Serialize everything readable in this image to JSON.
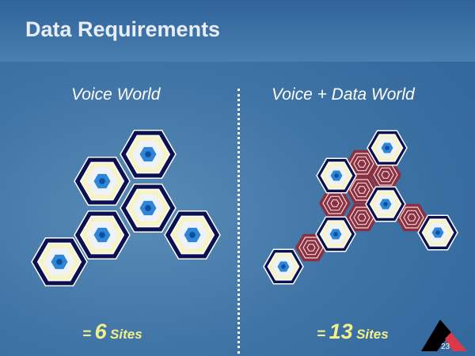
{
  "title": "Data Requirements",
  "left": {
    "heading": "Voice World",
    "equals": "=",
    "count": "6",
    "unit": "Sites"
  },
  "right": {
    "heading": "Voice + Data World",
    "equals": "=",
    "count": "13",
    "unit": "Sites"
  },
  "page_number": "23",
  "colors": {
    "navy": "#0b1150",
    "cream": "#f6f3c8",
    "blue": "#2f86d6",
    "red": "#8a3040",
    "text_yellow": "#f3f08a"
  }
}
